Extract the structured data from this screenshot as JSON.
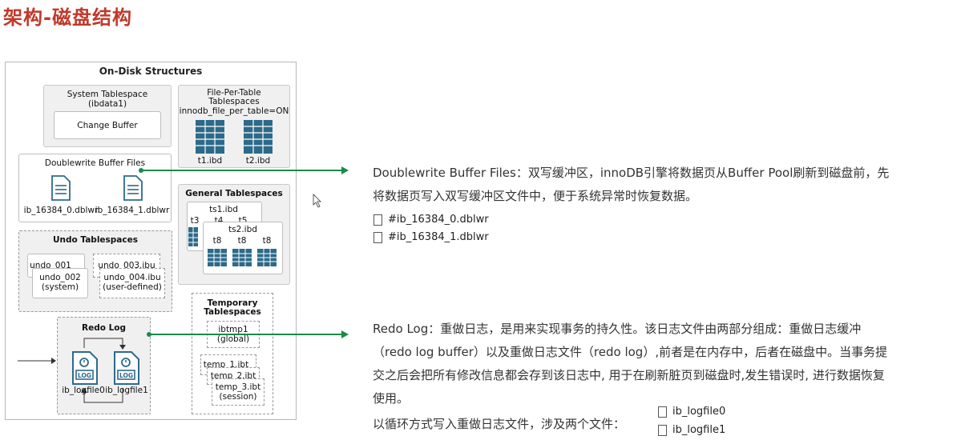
{
  "page": {
    "title": "架构-磁盘结构"
  },
  "diagram": {
    "title": "On-Disk Structures",
    "system_tablespace": {
      "title": "System Tablespace",
      "subtitle": "(ibdata1)",
      "change_buffer": "Change Buffer"
    },
    "file_per_table": {
      "title_line1": "File-Per-Table",
      "title_line2": "Tablespaces",
      "setting": "innodb_file_per_table=ON",
      "files": [
        "t1.ibd",
        "t2.ibd"
      ]
    },
    "doublewrite": {
      "title": "Doublewrite Buffer Files",
      "files": [
        "ib_16384_0.dblwr",
        "ib_16384_1.dblwr"
      ]
    },
    "general": {
      "title": "General Tablespaces",
      "ts1": "ts1.ibd",
      "ts1_tables": [
        "t3",
        "t4",
        "t5"
      ],
      "ts2": "ts2.ibd",
      "ts2_tables": [
        "t8",
        "t8",
        "t8"
      ]
    },
    "undo": {
      "title": "Undo Tablespaces",
      "undo1": "undo_001",
      "undo2": "undo_002",
      "undo2_note": "(system)",
      "undo3": "undo_003.ibu",
      "undo4": "undo_004.ibu",
      "undo4_note": "(user-defined)"
    },
    "redo": {
      "title": "Redo Log",
      "icon_text": "LOG",
      "files": [
        "ib_logfile0",
        "ib_logfile1"
      ]
    },
    "temporary": {
      "title_line1": "Temporary",
      "title_line2": "Tablespaces",
      "ibtmp": "ibtmp1",
      "ibtmp_note": "(global)",
      "temp1": "temp_1.ibt",
      "temp2": "temp_2.ibt",
      "temp3": "temp_3.ibt",
      "temp3_note": "(session)"
    }
  },
  "annotations": {
    "doublewrite": {
      "line1": "Doublewrite Buffer Files：双写缓冲区，innoDB引擎将数据页从Buffer Pool刷新到磁盘前，先",
      "line2": "将数据页写入双写缓冲区文件中，便于系统异常时恢复数据。",
      "files": [
        "#ib_16384_0.dblwr",
        "#ib_16384_1.dblwr"
      ]
    },
    "redo": {
      "line1": "Redo Log：重做日志，是用来实现事务的持久性。该日志文件由两部分组成：重做日志缓冲",
      "line2": "（redo log buffer）以及重做日志文件（redo log）,前者是在内存中，后者在磁盘中。当事务提",
      "line3": "交之后会把所有修改信息都会存到该日志中, 用于在刷新脏页到磁盘时,发生错误时, 进行数据恢复",
      "line4": "使用。",
      "cycle_text": "以循环方式写入重做日志文件，涉及两个文件：",
      "files": [
        "ib_logfile0",
        "ib_logfile1"
      ]
    }
  },
  "colors": {
    "title": "#c0392b",
    "arrow": "#1a8a4a",
    "table_fill": "#2d6a8a"
  }
}
